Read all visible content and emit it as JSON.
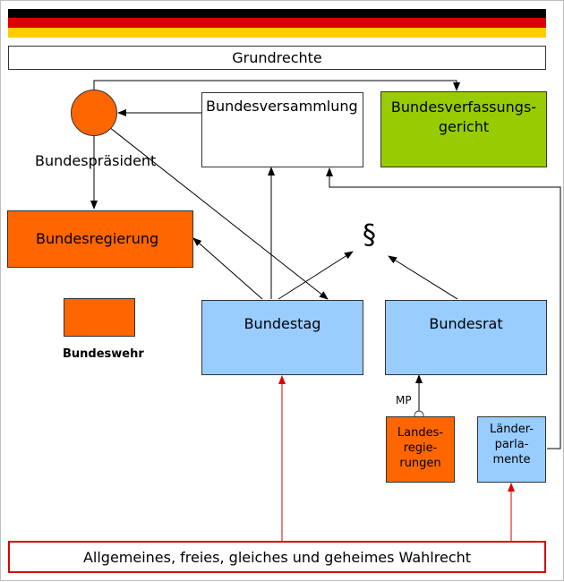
{
  "colors": {
    "flag_black": "#000000",
    "flag_red": "#dd0000",
    "flag_gold": "#ffcc00",
    "orange": "#ff6600",
    "green": "#99cc00",
    "light_blue": "#99ccff",
    "white": "#ffffff",
    "red_arrow": "#dd0000",
    "line": "#000000"
  },
  "grundrechte": "Grundrechte",
  "bundespraesident": "Bundespräsident",
  "bundesversammlung": "Bundesversammlung",
  "bundesverfassungsgericht": "Bundesverfassungs-\ngericht",
  "bundesregierung": "Bundesregierung",
  "bundeswehr": "Bundeswehr",
  "paragraph_symbol": "§",
  "bundestag": "Bundestag",
  "bundesrat": "Bundesrat",
  "mp": "MP",
  "landesregierungen": "Landes-\nregie-\nrungen",
  "laenderparlamente": "Länder-\nparla-\nmente",
  "wahlrecht": "Allgemeines, freies, gleiches und geheimes Wahlrecht"
}
